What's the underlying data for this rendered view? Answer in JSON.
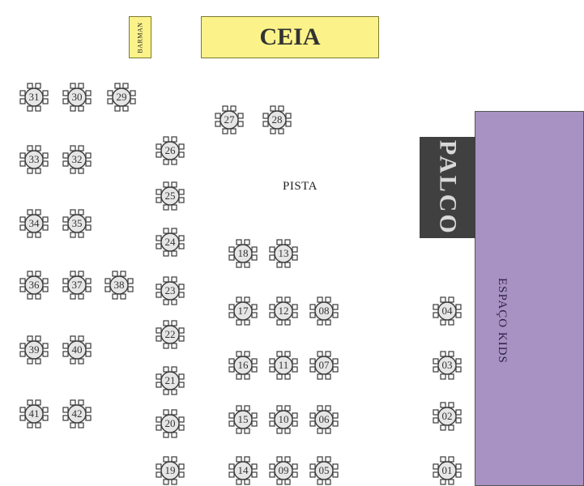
{
  "labels": {
    "barman": "BARMAN",
    "ceia": "CEIA",
    "palco": "PALCO",
    "kids": "ESPAÇO KIDS",
    "pista": "PISTA"
  },
  "colors": {
    "ceia": "#fbf38a",
    "palco": "#404040",
    "kids": "#a792c3"
  },
  "tables": [
    "01",
    "02",
    "03",
    "04",
    "05",
    "06",
    "07",
    "08",
    "09",
    "10",
    "11",
    "12",
    "13",
    "14",
    "15",
    "16",
    "17",
    "18",
    "19",
    "20",
    "21",
    "22",
    "23",
    "24",
    "25",
    "26",
    "27",
    "28",
    "29",
    "30",
    "31",
    "32",
    "33",
    "34",
    "35",
    "36",
    "37",
    "38",
    "39",
    "40",
    "41",
    "42"
  ]
}
